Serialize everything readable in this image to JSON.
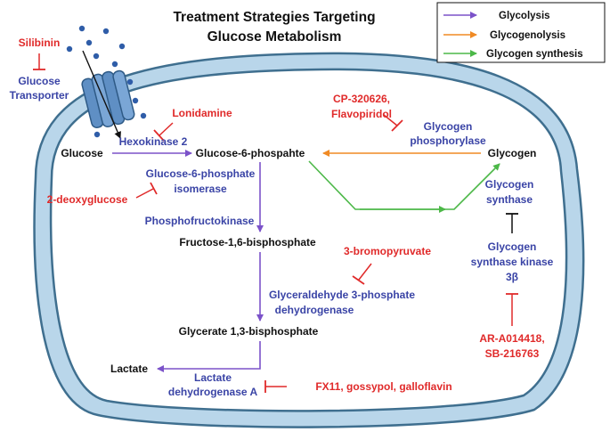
{
  "title": {
    "line1": "Treatment Strategies Targeting",
    "line2": "Glucose Metabolism"
  },
  "legend": {
    "items": [
      {
        "label": "Glycolysis",
        "color": "#7b52c9"
      },
      {
        "label": "Glycogenolysis",
        "color": "#f08a24"
      },
      {
        "label": "Glycogen synthesis",
        "color": "#4cb848"
      }
    ]
  },
  "colors": {
    "inhibitor": "#e02a2a",
    "enzyme": "#3a44a6",
    "metabolite": "#111111",
    "membrane": "#b9d6ea",
    "membrane_edge": "#3f6f8f",
    "transporter": "#5f8fc4",
    "glucose_dot": "#2f5da8"
  },
  "inhibitors": {
    "silibinin": "Silibinin",
    "lonidamine": "Lonidamine",
    "deoxyglucose": "2-deoxyglucose",
    "cp_line1": "CP-320626,",
    "cp_line2": "Flavopiridol",
    "bromopyruvate": "3-bromopyruvate",
    "ar_line1": "AR-A014418,",
    "ar_line2": "SB-216763",
    "fx11": "FX11, gossypol, galloflavin"
  },
  "enzymes": {
    "transporter_line1": "Glucose",
    "transporter_line2": "Transporter",
    "hexokinase": "Hexokinase 2",
    "g6pi_line1": "Glucose-6-phosphate",
    "g6pi_line2": "isomerase",
    "pfk": "Phosphofructokinase",
    "gapdh_line1": "Glyceraldehyde 3-phosphate",
    "gapdh_line2": "dehydrogenase",
    "ldh_line1": "Lactate",
    "ldh_line2": "dehydrogenase A",
    "gp_line1": "Glycogen",
    "gp_line2": "phosphorylase",
    "gs_line1": "Glycogen",
    "gs_line2": "synthase",
    "gsk_line1": "Glycogen",
    "gsk_line2": "synthase kinase",
    "gsk_line3": "3β"
  },
  "metabolites": {
    "glucose": "Glucose",
    "g6p": "Glucose-6-phospahte",
    "glycogen": "Glycogen",
    "f16bp": "Fructose-1,6-bisphosphate",
    "g13bp": "Glycerate 1,3-bisphosphate",
    "lactate": "Lactate"
  }
}
